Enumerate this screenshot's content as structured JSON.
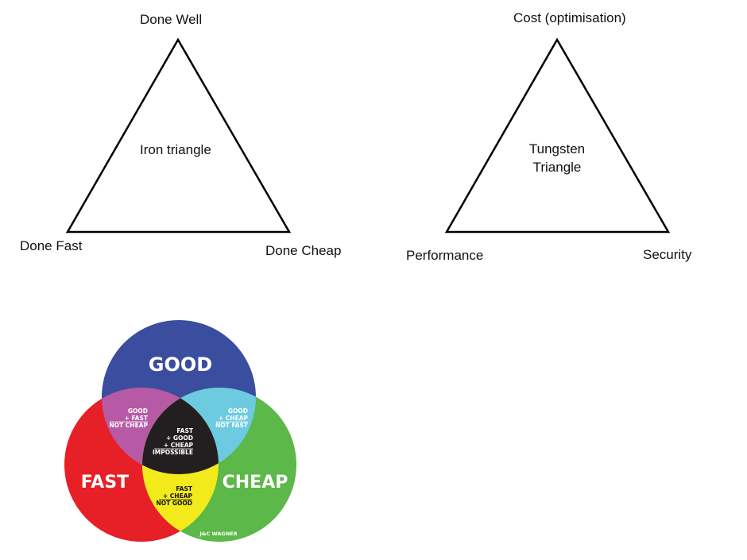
{
  "iron_triangle": {
    "top_label": "Done Well",
    "center_label": "Iron triangle",
    "bottom_left_label": "Done Fast",
    "bottom_right_label": "Done Cheap"
  },
  "tungsten_triangle": {
    "top_label": "Cost (optimisation)",
    "center_line1": "Tungsten",
    "center_line2": "Triangle",
    "bottom_left_label": "Performance",
    "bottom_right_label": "Security"
  },
  "venn": {
    "good": {
      "label": "GOOD",
      "color": "#3a4d9e"
    },
    "fast": {
      "label": "FAST",
      "color": "#e62026"
    },
    "cheap": {
      "label": "CHEAP",
      "color": "#5cb848"
    },
    "good_fast": {
      "line1": "GOOD",
      "line2": "+ FAST",
      "line3": "NOT CHEAP",
      "color": "#b65aa6"
    },
    "good_cheap": {
      "line1": "GOOD",
      "line2": "+ CHEAP",
      "line3": "NOT FAST",
      "color": "#6ccbe0"
    },
    "fast_cheap": {
      "line1": "FAST",
      "line2": "+ CHEAP",
      "line3": "NOT GOOD",
      "color": "#f3ea1b"
    },
    "center": {
      "line1": "FAST",
      "line2": "+ GOOD",
      "line3": "+ CHEAP",
      "line4": "IMPOSSIBLE",
      "color": "#231f20"
    },
    "signature": "J&C WAGNER"
  }
}
